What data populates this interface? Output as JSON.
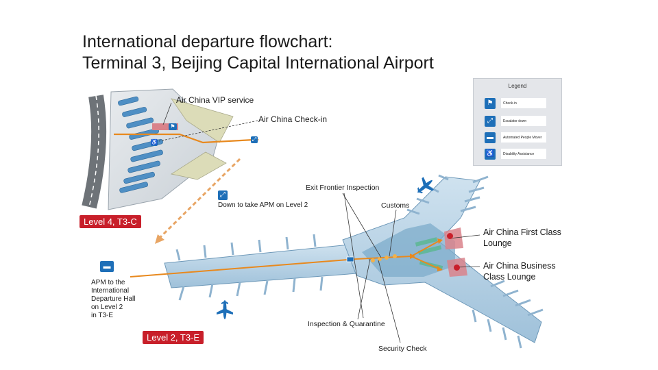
{
  "title": {
    "line1": "International departure flowchart:",
    "line2": "Terminal 3, Beijing Capital International Airport"
  },
  "labels": {
    "vip_service": "Air China VIP service",
    "checkin": "Air China Check-in",
    "down_apm": "Down to take APM on Level 2",
    "exit_frontier": "Exit Frontier Inspection",
    "customs": "Customs",
    "first_class_line1": "Air China First Class",
    "first_class_line2": "Lounge",
    "business_line1": "Air China Business",
    "business_line2": "Class Lounge",
    "inspection_quarantine": "Inspection & Quarantine",
    "security_check": "Security Check",
    "apm_note": [
      "APM to the",
      "International",
      "Departure Hall",
      "on Level 2",
      "in T3-E"
    ]
  },
  "levels": {
    "level4": "Level 4, T3-C",
    "level2": "Level 2, T3-E"
  },
  "legend": {
    "title": "Legend",
    "items": [
      {
        "icon": "check-in-icon",
        "text": "Check-in"
      },
      {
        "icon": "escalator-icon",
        "text": "Escalator down"
      },
      {
        "icon": "apm-train-icon",
        "text": "Automated People Mover"
      },
      {
        "icon": "wheelchair-icon",
        "text": "Disability Assistance"
      }
    ]
  },
  "colors": {
    "terminal_fill": "#b9d4e6",
    "terminal_dark": "#7eaccb",
    "route_orange": "#e8891e",
    "badge_red": "#c81f2a",
    "counter_blue": "#4f8fc4",
    "lounge_red": "#d9838b",
    "green_area": "#63b79c"
  }
}
